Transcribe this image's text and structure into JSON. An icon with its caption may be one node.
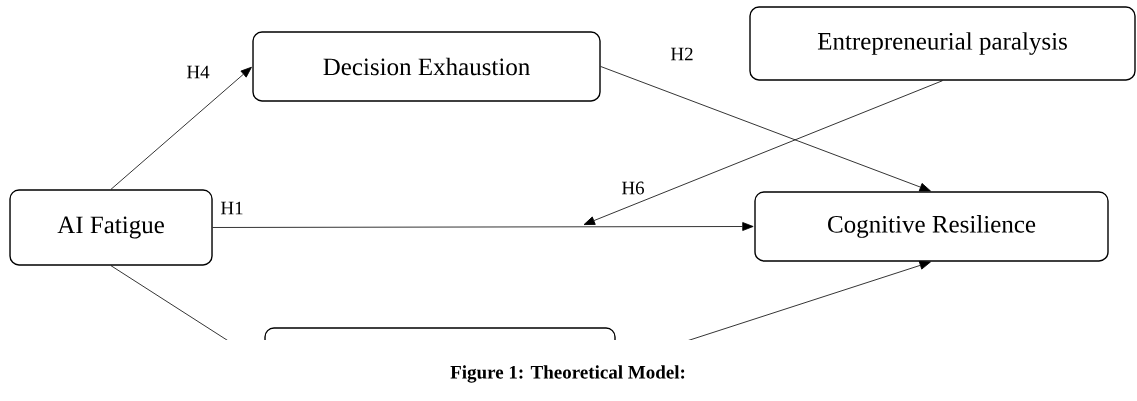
{
  "diagram": {
    "caption": "Figure 1: Theoretical Model:",
    "nodes": [
      {
        "text": [
          "Decision Exhaustion"
        ]
      },
      {
        "text": [
          "Entrepreneurial paralysis"
        ]
      },
      {
        "text": [
          "AI Fatigue"
        ]
      },
      {
        "text": [
          "Cognitive Resilience"
        ]
      },
      {
        "text": [],
        "shape": "box"
      }
    ],
    "edges": [
      {
        "from": 2,
        "to": 0,
        "arrow": "to",
        "label": "H4"
      },
      {
        "from": 0,
        "to": 3,
        "arrow": "to",
        "label": "H2"
      },
      {
        "from": 2,
        "to": 3,
        "arrow": "to",
        "label": "H1"
      },
      {
        "from": 1,
        "to": null,
        "arrow": "to",
        "label": "H6"
      },
      {
        "from": 2,
        "to": 4,
        "arrow": "none"
      },
      {
        "from": 4,
        "to": 3,
        "arrow": "to"
      }
    ]
  }
}
